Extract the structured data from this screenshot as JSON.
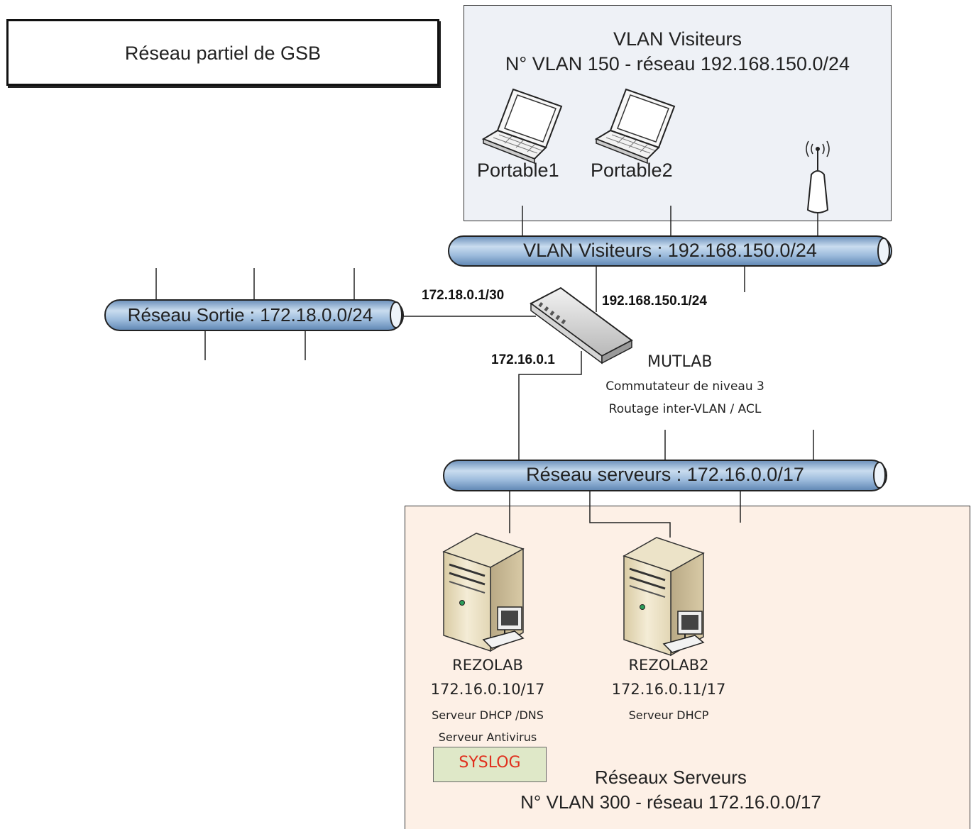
{
  "title": "Réseau partiel de GSB",
  "visitors_zone": {
    "line1": "VLAN Visiteurs",
    "line2": "N° VLAN 150 - réseau 192.168.150.0/24",
    "portable1": "Portable1",
    "portable2": "Portable2"
  },
  "buses": {
    "visiteurs": "VLAN Visiteurs : 192.168.150.0/24",
    "sortie": "Réseau Sortie : 172.18.0.0/24",
    "serveurs": "Réseau serveurs : 172.16.0.0/17"
  },
  "switch": {
    "ip_sortie": "172.18.0.1/30",
    "ip_visiteurs": "192.168.150.1/24",
    "ip_serveurs": "172.16.0.1",
    "name": "MUTLAB",
    "desc1": "Commutateur de niveau 3",
    "desc2": "Routage inter-VLAN / ACL"
  },
  "servers": {
    "s1_name": "REZOLAB",
    "s1_ip": "172.16.0.10/17",
    "s1_role1": "Serveur DHCP /DNS",
    "s1_role2": "Serveur Antivirus",
    "syslog": "SYSLOG",
    "s2_name": "REZOLAB2",
    "s2_ip": "172.16.0.11/17",
    "s2_role": "Serveur DHCP"
  },
  "servers_zone": {
    "line1": "Réseaux Serveurs",
    "line2": "N° VLAN 300 - réseau 172.16.0.0/17"
  },
  "colors": {
    "bus_fill": "#9cbbdc",
    "bus_dark": "#5f86b3",
    "visitors_bg": "#eef1f6",
    "servers_bg": "#fdf0e6",
    "syslog_text": "#e0301e",
    "syslog_bg": "#dfe8c8"
  }
}
